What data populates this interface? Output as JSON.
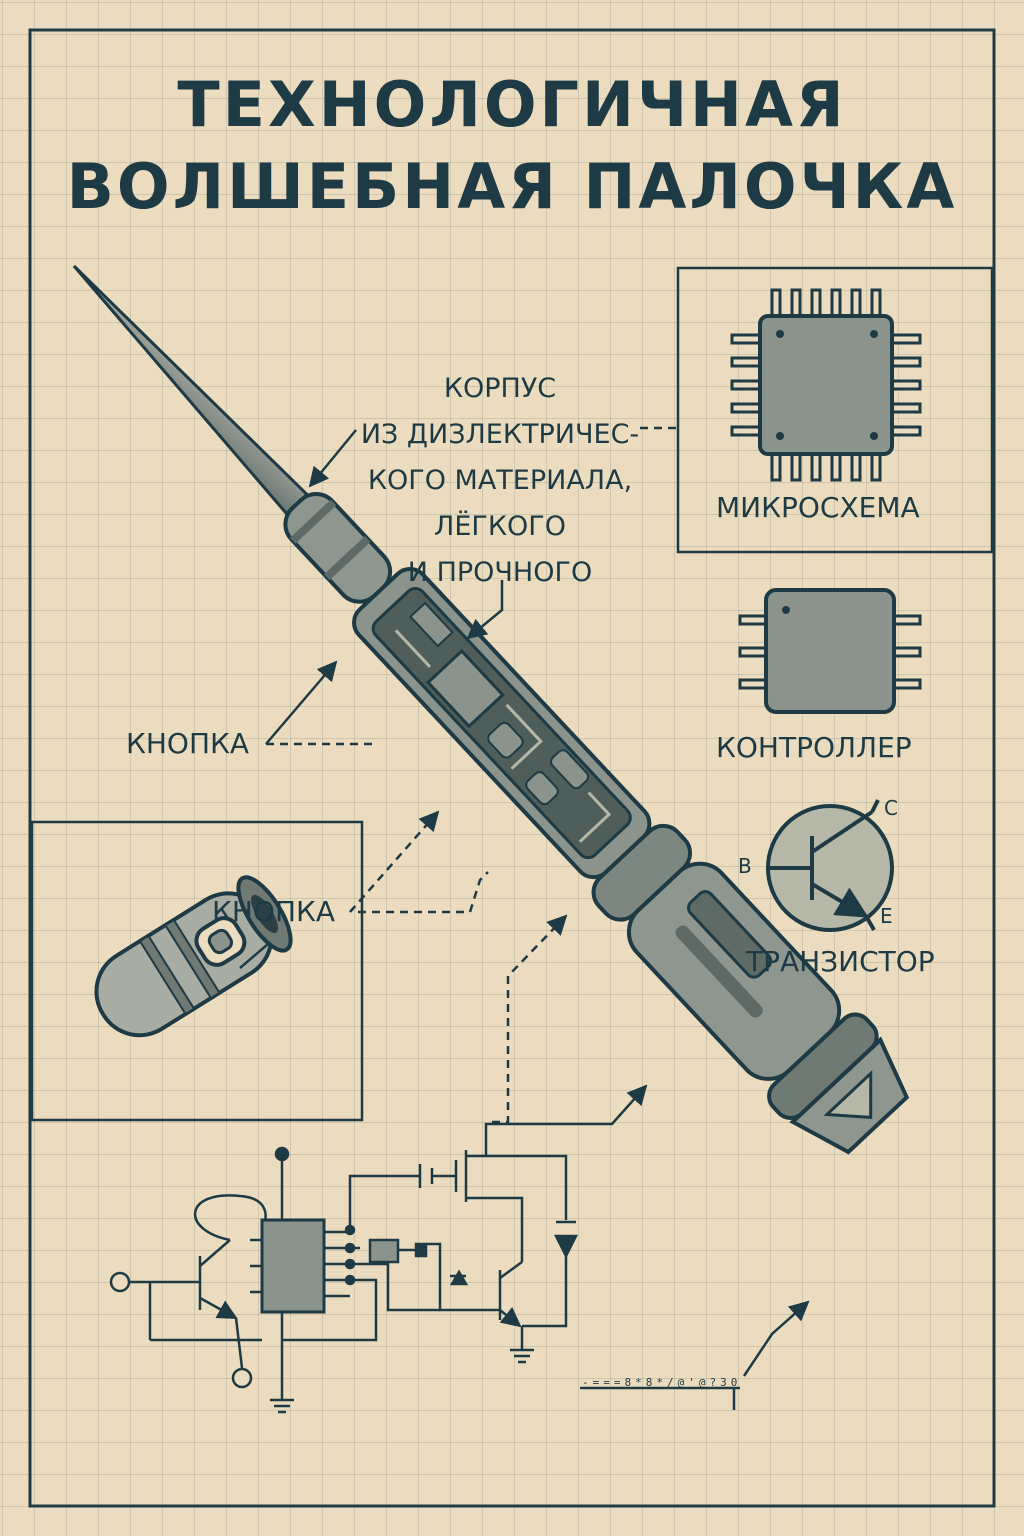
{
  "title": {
    "line1": "ТЕХНОЛОГИЧНАЯ",
    "line2": "ВОЛШЕБНАЯ ПАЛОЧКА"
  },
  "callouts": {
    "body_material": [
      "КОРПУС",
      "ИЗ ДИЗЛЕКТРИЧЕС-",
      "КОГО МАТЕРИАЛА,",
      "ЛЁГКОГО",
      "И ПРОЧНОГО"
    ],
    "button_main": "КНОПКА",
    "button_detail": "КНОПКА"
  },
  "components": {
    "microchip": "МИКРОСХЕМА",
    "controller": "КОНТРОЛЛЕР",
    "transistor": "ТРАНЗИСТОР",
    "transistor_pins": {
      "base": "B",
      "collector": "C",
      "emitter": "E"
    }
  },
  "scale_note": "-===8*8*/@'@?30",
  "colors": {
    "paper": "#ecdcbf",
    "ink": "#1e3a44",
    "chip_fill": "#8a948c",
    "wand_fill": "#9aa19a"
  },
  "icons": {
    "wand": "wand-illustration",
    "button_closeup": "button-detail-illustration",
    "microchip": "microchip-icon",
    "controller": "controller-chip-icon",
    "transistor": "transistor-symbol-icon",
    "circuit": "circuit-schematic"
  }
}
